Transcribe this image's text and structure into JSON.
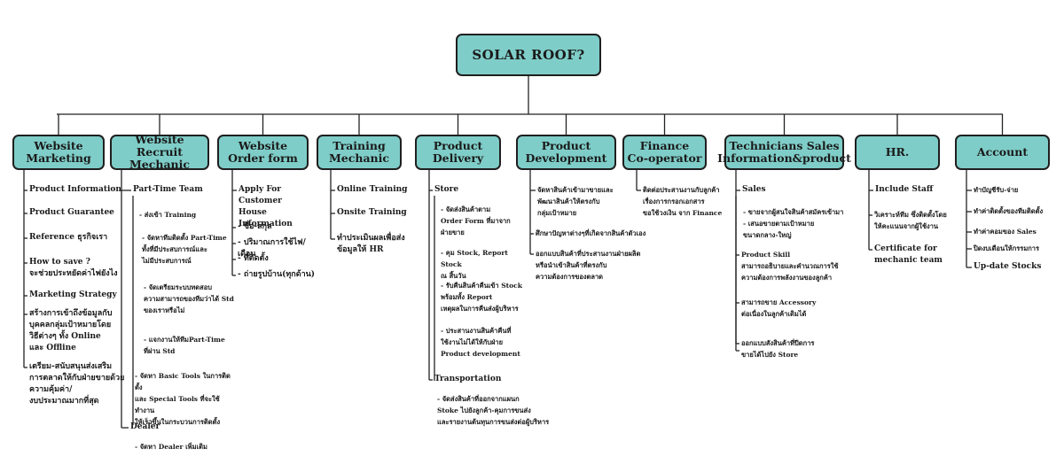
{
  "root": "SOLAR ROOF?",
  "colors": {
    "box_fill": "#7fcdc8",
    "box_border": "#1f1f1f",
    "line": "#222222"
  },
  "columns": [
    {
      "title": "Website\nMarketing",
      "items": [
        "Product Information",
        "Product Guarantee",
        "Reference ธุรกิจเรา",
        "How to save ?\nจะช่วยประหยัดค่าไฟยังไง",
        "Marketing Strategy",
        "สร้างการเข้าถึงข้อมูลกับ\nบุคคลกลุ่มเป้าหมายโดย\nวิธีต่างๆ ทั้ง Online\nและ Offline",
        "เตรียม-สนับสนุนส่งเสริม\nการตลาดให้กับฝ่ายขายด้วย\nความคุ้มค่า/\nงบประมาณมากที่สุด"
      ]
    },
    {
      "title": "Website\nRecruit Mechanic",
      "items": [
        "Part-Time Team",
        "- ส่งเข้า Training",
        "- จัดหาทีมติดตั้ง Part-Time\nทั้งที่มีประสบการณ์และ\nไม่มีประสบการณ์",
        "- จัดเตรียมระบบทดสอบ\nความสามารถของทีมว่าได้ Std\nของเราหรือไม่",
        "- แจกงานให้ทีมPart-Time\nที่ผ่าน Std",
        "- จัดหา Basic Tools ในการติดตั้ง\nและ Special Tools ที่จะใช้ทำงาน\nให้เร็วขึ้นในกระบวนการติดตั้ง",
        "Dealer",
        "- จัดหา Dealer เพิ่มเติม"
      ]
    },
    {
      "title": "Website\nOrder form",
      "items": [
        "Apply For Customer\nHouse Information",
        "- ชื่อ-สกุล",
        "- ปริมาณการใช้ไฟ/เดือน",
        "- ที่ติดตั้ง",
        "- ถ่ายรูปบ้าน(ทุกด้าน)"
      ]
    },
    {
      "title": "Training\nMechanic",
      "items": [
        "Online Training",
        "Onsite Training",
        "ทำประเมินผลเพื่อส่ง\nข้อมูลให้ HR"
      ]
    },
    {
      "title": "Product\nDelivery",
      "items": [
        "Store",
        "- จัดส่งสินค้าตาม\nOrder Form ที่มาจาก\nฝ่ายขาย",
        "- คุม Stock, Report Stock\nณ สิ้นวัน",
        "- รับคืนสินค้าคืนเข้า Stock\nพร้อมทั้ง Report\nเหตุผลในการคืนส่งผู้บริหาร",
        "- ประสานงานสินค้าคืนที่\nใช้งานไม่ได้ให้กับฝ่าย\nProduct development",
        "Transportation",
        "- จัดส่งสินค้าที่ออกจากแผนก\nStoke ไปยังลูกค้า-คุมการขนส่ง\nและรายงานต้นทุนการขนส่งต่อผู้บริหาร"
      ]
    },
    {
      "title": "Product\nDevelopment",
      "items": [
        "จัดหาสินค้าเข้ามาขายและ\nพัฒนาสินค้าให้ตรงกับ\nกลุ่มเป้าหมาย",
        "ศึกษาปัญหาต่างๆที่เกิดจากสินค้าตัวเอง",
        "ออกแบบสินค้าที่ประสานงานฝ่ายผลิต\nหรือนำเข้าสินค้าที่ตรงกับ\nความต้องการของตลาด"
      ]
    },
    {
      "title": "Finance\nCo-operator",
      "items": [
        "ติดต่อประสานงานกับลูกค้า\nเรื่องการกรอกเอกสาร\nขอใช้วงเงิน จาก Finance"
      ]
    },
    {
      "title": "Technicians Sales\nInformation&product",
      "items": [
        "Sales",
        "- ขายจากผู้สนใจสินค้าสมัครเข้ามา\n- เสนอขายตามเป้าหมาย\nขนาดกลาง-ใหญ่",
        "Product Skill\nสามารถอธิบายและคำนวณการใช้\nความต้องการพลังงานของลูกค้า",
        "สามารถขาย Accessory\nต่อเนื่องในลูกค้าเดิมได้",
        "ออกแบบสังสินค้าที่ปีดการ\nขายได้ไปยัง Store"
      ]
    },
    {
      "title": "HR.",
      "items": [
        "Include Staff",
        "วิเคราะห์ทีม ซึ่งติดตั้งโดย\nให้คะแนนจากผู้ใช้งาน",
        "Certificate  for\nmechanic team"
      ]
    },
    {
      "title": "Account",
      "items": [
        "ทำบัญชีรับ-จ่าย",
        "ทำค่าติดตั้งของทีมติดตั้ง",
        "ทำค่าคอมของ Sales",
        "ปิดงบเดือนให้กรรมการ",
        "Up-date Stocks"
      ]
    }
  ]
}
